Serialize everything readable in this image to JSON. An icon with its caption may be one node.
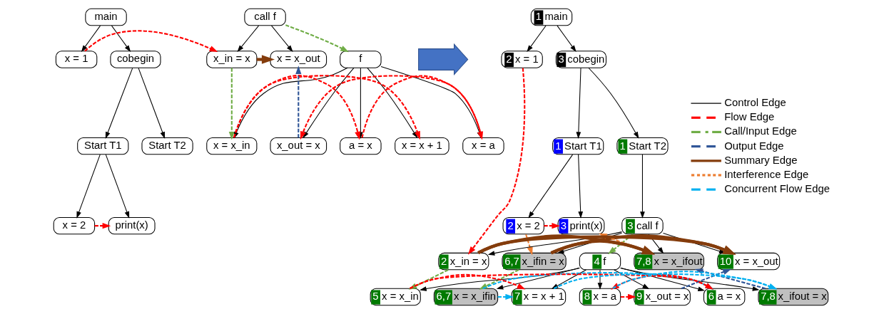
{
  "diagram": {
    "nodes": [
      {
        "text": [
          "main"
        ]
      },
      {
        "text": [
          "x = 1"
        ]
      },
      {
        "text": [
          "cobegin"
        ]
      },
      {
        "text": [
          "Start T1"
        ]
      },
      {
        "text": [
          "Start T2"
        ]
      },
      {
        "text": [
          "x = 2"
        ]
      },
      {
        "text": [
          "print(x)"
        ]
      },
      {
        "text": [
          "call f"
        ]
      },
      {
        "text": [
          "x_in = x"
        ]
      },
      {
        "text": [
          "x = x_out"
        ]
      },
      {
        "text": [
          "f"
        ]
      },
      {
        "text": [
          "x = x_in"
        ]
      },
      {
        "text": [
          "x_out = x"
        ]
      },
      {
        "text": [
          "a = x"
        ]
      },
      {
        "text": [
          "x = x + 1"
        ]
      },
      {
        "text": [
          "x = a"
        ]
      },
      {
        "text": [],
        "shape": "arrow"
      },
      {
        "text": [
          "1",
          "main"
        ]
      },
      {
        "text": [
          "2",
          "x = 1"
        ]
      },
      {
        "text": [
          "3",
          "cobegin"
        ]
      },
      {
        "text": [
          "1",
          "Start T1"
        ]
      },
      {
        "text": [
          "1",
          "Start T2"
        ]
      },
      {
        "text": [
          "2",
          "x = 2"
        ]
      },
      {
        "text": [
          "3",
          "print(x)"
        ]
      },
      {
        "text": [
          "3",
          "call f"
        ]
      },
      {
        "text": [
          "6,7",
          "x_ifin = x"
        ]
      },
      {
        "text": [
          "7,8",
          "x = x_ifout"
        ]
      },
      {
        "text": [
          "2",
          "x_in = x"
        ]
      },
      {
        "text": [
          "10",
          "x = x_out"
        ]
      },
      {
        "text": [
          "4",
          "f"
        ]
      },
      {
        "text": [
          "6,7",
          "x = x_ifin"
        ]
      },
      {
        "text": [
          "5",
          "x = x_in"
        ]
      },
      {
        "text": [
          "9",
          "x_out = x"
        ]
      },
      {
        "text": [
          "7,8",
          "x_ifout = x"
        ]
      },
      {
        "text": [
          "6",
          "a = x"
        ]
      },
      {
        "text": [
          "7",
          "x = x + 1"
        ]
      },
      {
        "text": [
          "8",
          "x = a"
        ]
      }
    ],
    "edges": [
      {
        "from": 0,
        "to": 1,
        "arrow": "to"
      },
      {
        "from": 0,
        "to": 2,
        "arrow": "to"
      },
      {
        "from": 2,
        "to": 3,
        "arrow": "to"
      },
      {
        "from": 2,
        "to": 4,
        "arrow": "to"
      },
      {
        "from": 3,
        "to": 5,
        "arrow": "to"
      },
      {
        "from": 3,
        "to": 6,
        "arrow": "to"
      },
      {
        "from": 7,
        "to": 8,
        "arrow": "to"
      },
      {
        "from": 7,
        "to": 9,
        "arrow": "to"
      },
      {
        "from": 10,
        "to": 11,
        "arrow": "to"
      },
      {
        "from": 10,
        "to": 13,
        "arrow": "to"
      },
      {
        "from": 10,
        "to": 14,
        "arrow": "to"
      },
      {
        "from": 10,
        "to": 15,
        "arrow": "to"
      },
      {
        "from": 10,
        "to": 12,
        "arrow": "to"
      },
      {
        "from": 5,
        "to": 6,
        "arrow": "to",
        "style": "dashed",
        "color": "#ff0000"
      },
      {
        "from": 1,
        "to": 8,
        "arrow": "to",
        "style": "dashed",
        "color": "#ff0000"
      },
      {
        "from": 11,
        "to": 13,
        "arrow": "to",
        "style": "dashed",
        "color": "#ff0000"
      },
      {
        "from": 11,
        "to": 14,
        "arrow": "to",
        "style": "dashed",
        "color": "#ff0000"
      },
      {
        "from": 13,
        "to": 15,
        "arrow": "to",
        "style": "dashed",
        "color": "#ff0000"
      },
      {
        "from": 15,
        "to": 12,
        "arrow": "to",
        "style": "dashed",
        "color": "#ff0000"
      },
      {
        "from": 8,
        "to": 11,
        "arrow": "to",
        "style": "dashed",
        "color": "#70ad47"
      },
      {
        "from": 7,
        "to": 10,
        "arrow": "to",
        "style": "dashed",
        "color": "#70ad47"
      },
      {
        "from": 12,
        "to": 9,
        "arrow": "to",
        "style": "dashed",
        "color": "#2f5597"
      },
      {
        "from": 8,
        "to": 9,
        "arrow": "to",
        "style": "thick",
        "color": "#843c0c"
      },
      {
        "from": 17,
        "to": 18,
        "arrow": "to"
      },
      {
        "from": 17,
        "to": 19,
        "arrow": "to"
      },
      {
        "from": 19,
        "to": 20,
        "arrow": "to"
      },
      {
        "from": 19,
        "to": 21,
        "arrow": "to"
      },
      {
        "from": 20,
        "to": 22,
        "arrow": "to"
      },
      {
        "from": 20,
        "to": 23,
        "arrow": "to"
      },
      {
        "from": 21,
        "to": 24,
        "arrow": "to"
      },
      {
        "from": 24,
        "to": 25,
        "arrow": "to"
      },
      {
        "from": 24,
        "to": 26,
        "arrow": "to"
      },
      {
        "from": 24,
        "to": 27,
        "arrow": "to"
      },
      {
        "from": 24,
        "to": 28,
        "arrow": "to"
      },
      {
        "from": 29,
        "to": 30,
        "arrow": "to"
      },
      {
        "from": 29,
        "to": 31,
        "arrow": "to"
      },
      {
        "from": 29,
        "to": 34,
        "arrow": "to"
      },
      {
        "from": 29,
        "to": 35,
        "arrow": "to"
      },
      {
        "from": 29,
        "to": 36,
        "arrow": "to"
      },
      {
        "from": 29,
        "to": 32,
        "arrow": "to"
      },
      {
        "from": 29,
        "to": 33,
        "arrow": "to"
      },
      {
        "from": 18,
        "to": 27,
        "arrow": "to",
        "style": "dashed",
        "color": "#ff0000"
      },
      {
        "from": 22,
        "to": 23,
        "arrow": "to",
        "style": "dashed",
        "color": "#ff0000"
      },
      {
        "from": 31,
        "to": 34,
        "arrow": "to",
        "style": "dashed",
        "color": "#ff0000"
      },
      {
        "from": 31,
        "to": 35,
        "arrow": "to",
        "style": "dashed",
        "color": "#ff0000"
      },
      {
        "from": 34,
        "to": 36,
        "arrow": "to",
        "style": "dashed",
        "color": "#ff0000"
      },
      {
        "from": 36,
        "to": 32,
        "arrow": "to",
        "style": "dashed",
        "color": "#ff0000"
      },
      {
        "from": 25,
        "to": 30,
        "arrow": "to",
        "style": "dashed",
        "color": "#70ad47"
      },
      {
        "from": 27,
        "to": 31,
        "arrow": "to",
        "style": "dashed",
        "color": "#70ad47"
      },
      {
        "from": 24,
        "to": 29,
        "arrow": "to",
        "style": "dashed",
        "color": "#70ad47"
      },
      {
        "from": 32,
        "to": 28,
        "arrow": "to",
        "style": "dashed",
        "color": "#2f5597"
      },
      {
        "from": 33,
        "to": 26,
        "arrow": "to",
        "style": "dashed",
        "color": "#2f5597"
      },
      {
        "from": 25,
        "to": 26,
        "arrow": "to",
        "style": "thick",
        "color": "#843c0c"
      },
      {
        "from": 25,
        "to": 28,
        "arrow": "to",
        "style": "thick",
        "color": "#843c0c"
      },
      {
        "from": 27,
        "to": 28,
        "arrow": "to",
        "style": "thick",
        "color": "#843c0c"
      },
      {
        "from": 27,
        "to": 26,
        "arrow": "to",
        "style": "thick",
        "color": "#843c0c"
      },
      {
        "from": 22,
        "to": 25,
        "arrow": "to",
        "style": "dashed",
        "color": "#ed7d31"
      },
      {
        "from": 26,
        "to": 23,
        "arrow": "to",
        "style": "dashed",
        "color": "#ed7d31"
      },
      {
        "from": 30,
        "to": 34,
        "arrow": "to",
        "style": "dashed",
        "color": "#00b0f0"
      },
      {
        "from": 30,
        "to": 35,
        "arrow": "to",
        "style": "dashed",
        "color": "#00b0f0"
      },
      {
        "from": 35,
        "to": 33,
        "arrow": "to",
        "style": "dashed",
        "color": "#00b0f0"
      },
      {
        "from": 36,
        "to": 33,
        "arrow": "to",
        "style": "dashed",
        "color": "#00b0f0"
      }
    ],
    "legend": [
      {
        "text": "Control Edge"
      },
      {
        "text": "Flow Edge"
      },
      {
        "text": "Call/Input Edge"
      },
      {
        "text": "Output Edge"
      },
      {
        "text": "Summary Edge"
      },
      {
        "text": "Interference Edge"
      },
      {
        "text": "Concurrent Flow Edge"
      }
    ]
  }
}
